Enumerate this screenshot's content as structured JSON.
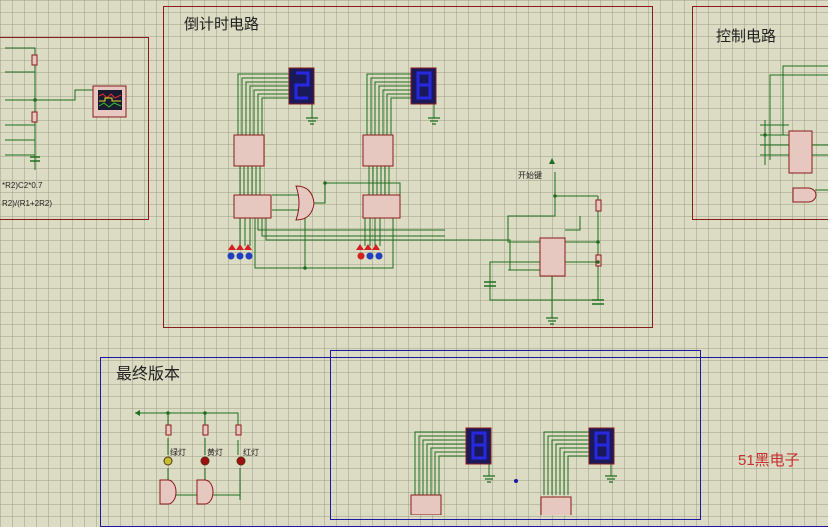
{
  "sections": {
    "countdown": {
      "title": "倒计时电路"
    },
    "control": {
      "title": "控制电路"
    },
    "final": {
      "title": "最终版本"
    }
  },
  "left_panel": {
    "formula_1": "*R2)C2*0.7",
    "formula_2": "R2)/(R1+2R2)"
  },
  "labels": {
    "start_key": "开始键",
    "green_light": "绿灯",
    "yellow_light": "黄灯",
    "red_light": "红灯",
    "brand": "51黑电子"
  },
  "displays": {
    "countdown_tens": "2",
    "countdown_units": "8",
    "final_tens": "8",
    "final_units": "8"
  },
  "colors": {
    "background": "#dcdcc4",
    "grid": "#96967d",
    "wire": "#1e6e1e",
    "component_border": "#8b1a1a",
    "component_fill": "#e6c8c0",
    "display_fill": "#1a1a5a",
    "segment": "#2828e0",
    "frame_red": "#8b1a1a",
    "frame_blue": "#1a1aa0",
    "brand_text": "#c83030"
  }
}
